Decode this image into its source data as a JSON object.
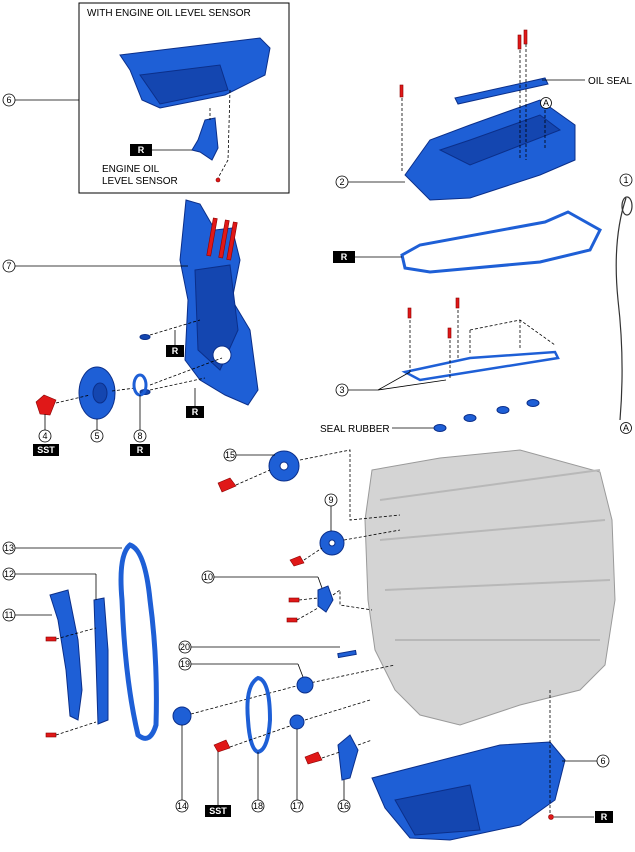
{
  "labels": {
    "with_sensor": "WITH ENGINE OIL LEVEL SENSOR",
    "engine_oil": "ENGINE OIL",
    "level_sensor": "LEVEL SENSOR",
    "oil_seal": "OIL SEAL",
    "seal_rubber": "SEAL RUBBER"
  },
  "tags": {
    "r": "R",
    "sst": "SST",
    "a": "A"
  },
  "callouts": {
    "n1": "1",
    "n2": "2",
    "n3": "3",
    "n4": "4",
    "n5": "5",
    "n6": "6",
    "n7": "7",
    "n8": "8",
    "n9": "9",
    "n10": "10",
    "n11": "11",
    "n12": "12",
    "n13": "13",
    "n14": "14",
    "n15": "15",
    "n16": "16",
    "n17": "17",
    "n18": "18",
    "n19": "19",
    "n20": "20"
  },
  "colors": {
    "part": "#1e5fd6",
    "bolt": "#e01818",
    "engine": "#d4d4d4"
  }
}
